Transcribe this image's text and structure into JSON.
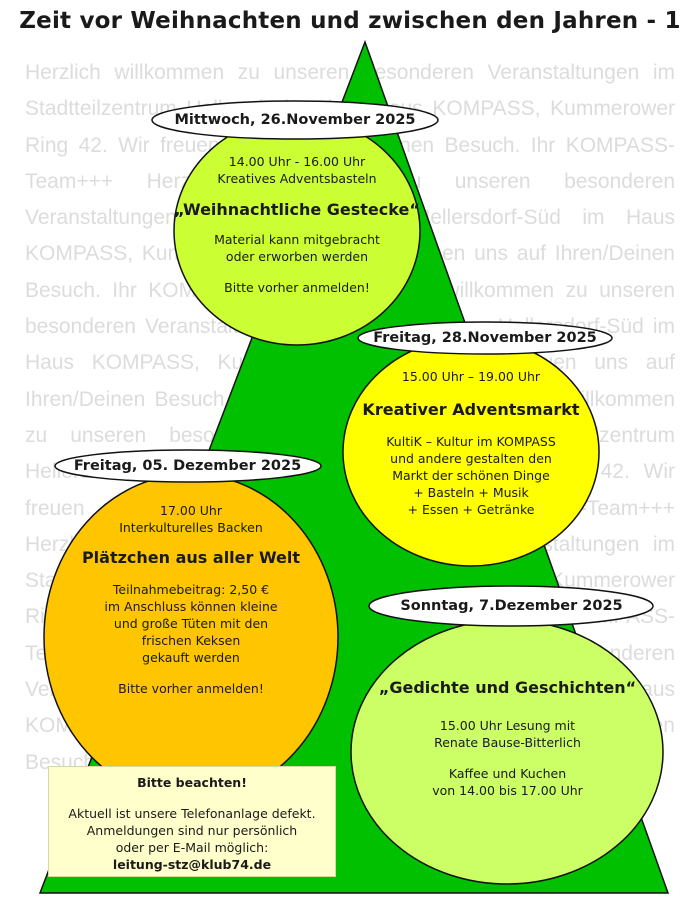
{
  "title": "Zeit vor Weihnachten und zwischen den Jahren  -  1",
  "background_text": "Herzlich willkommen zu unseren besonderen Veranstaltungen im Stadtteilzentrum Hellersdorf-Süd im Haus KOMPASS, Kummerower Ring 42. Wir freuen uns auf Ihren/Deinen Besuch. Ihr KOMPASS-Team+++",
  "colors": {
    "tree": "#00c000",
    "circle1": "#ccff33",
    "circle2": "#ffff00",
    "circle3": "#ffc600",
    "circle4": "#ccff66",
    "note": "#ffffcc"
  },
  "events": [
    {
      "date": "Mittwoch, 26.November 2025",
      "time": "14.00 Uhr - 16.00 Uhr",
      "subtitle": "Kreatives Adventsbasteln",
      "headline": "„Weihnachtliche Gestecke“",
      "details": [
        "Material kann mitgebracht",
        "oder erworben werden"
      ],
      "footer": "Bitte vorher anmelden!"
    },
    {
      "date": "Freitag, 28.November 2025",
      "time": "15.00 Uhr – 19.00 Uhr",
      "headline": "Kreativer Adventsmarkt",
      "details": [
        "KultiK – Kultur im KOMPASS",
        "und andere gestalten den",
        "Markt der schönen Dinge",
        "+ Basteln + Musik",
        "+ Essen + Getränke"
      ]
    },
    {
      "date": "Freitag, 05. Dezember 2025",
      "time": "17.00 Uhr",
      "subtitle": "Interkulturelles Backen",
      "headline": "Plätzchen aus aller Welt",
      "details": [
        "Teilnahmebeitrag:   2,50 €",
        "im Anschluss können kleine",
        "und große Tüten mit den",
        "frischen Keksen",
        "gekauft werden"
      ],
      "footer": "Bitte vorher anmelden!"
    },
    {
      "date": "Sonntag, 7.Dezember 2025",
      "headline": "„Gedichte und Geschichten“",
      "details": [
        "15.00 Uhr  Lesung mit",
        "Renate Bause-Bitterlich"
      ],
      "details2": [
        "Kaffee und Kuchen",
        "von 14.00 bis 17.00 Uhr"
      ]
    }
  ],
  "note": {
    "heading": "Bitte beachten!",
    "lines": [
      "Aktuell ist unsere Telefonanlage defekt.",
      "Anmeldungen sind nur persönlich",
      "oder per E-Mail möglich:"
    ],
    "email": "leitung-stz@klub74.de"
  }
}
